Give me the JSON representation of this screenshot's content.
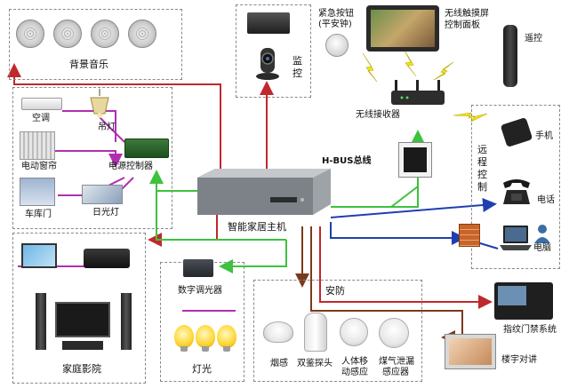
{
  "labels": {
    "background_music": "背景音乐",
    "monitoring": "监控",
    "emergency_button": "紧急按钮",
    "emergency_button_sub": "(平安钟)",
    "wireless_touchscreen": "无线触摸屏",
    "control_panel": "控制面板",
    "remote": "遥控",
    "wireless_receiver": "无线接收器",
    "hbus": "H-BUS总线",
    "air_conditioner": "空调",
    "chandelier": "吊灯",
    "curtain": "电动窗帘",
    "power_controller": "电源控制器",
    "garage_door": "车库门",
    "fluorescent": "日光灯",
    "main_host": "智能家居主机",
    "remote_control": "远程控制",
    "phone": "手机",
    "telephone": "电话",
    "computer": "电脑",
    "home_theater": "家庭影院",
    "dimmer": "数字调光器",
    "lighting": "灯光",
    "security": "安防",
    "smoke": "烟感",
    "dual_probe": "双鉴探头",
    "body_motion_line1": "人体移",
    "body_motion_line2": "动感应",
    "gas_line1": "煤气泄漏",
    "gas_line2": "感应器",
    "fingerprint": "指纹门禁系统",
    "intercom": "楼宇对讲"
  },
  "colors": {
    "red_line": "#c0282e",
    "green_line": "#3ec13e",
    "blue_line": "#1f3fb0",
    "magenta_line": "#b02fb0",
    "brown_line": "#7a3b1c",
    "lightning": "#f4e21a"
  },
  "icons": {
    "ceiling_speaker": "speaker-icon",
    "camera": "camera-icon",
    "touch_panel": "tablet-icon",
    "remote": "remote-icon",
    "router": "wireless-router-icon",
    "host": "host-box-icon",
    "phone": "mobile-phone-icon",
    "telephone": "telephone-icon",
    "laptop": "laptop-icon",
    "firewall": "firewall-icon",
    "fingerprint": "fingerprint-reader-icon",
    "intercom": "intercom-icon",
    "bulb": "light-bulb-icon"
  }
}
